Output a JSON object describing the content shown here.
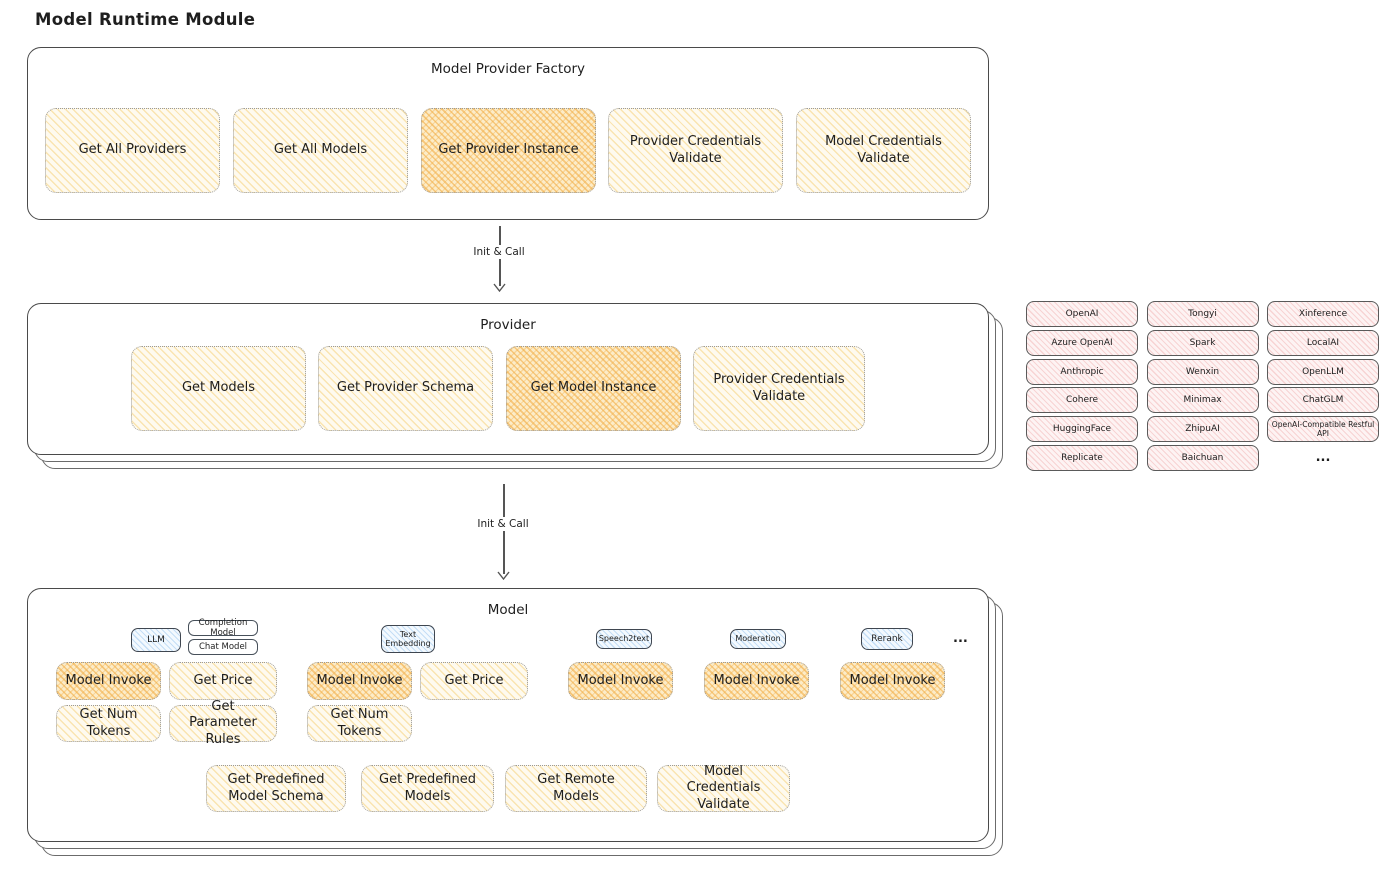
{
  "page_title": "Model Runtime Module",
  "arrow_label_1": "Init & Call",
  "arrow_label_2": "Init & Call",
  "factory": {
    "title": "Model Provider Factory",
    "buttons": [
      {
        "label": "Get All Providers",
        "highlighted": false
      },
      {
        "label": "Get All Models",
        "highlighted": false
      },
      {
        "label": "Get Provider Instance",
        "highlighted": true
      },
      {
        "label": "Provider Credentials Validate",
        "highlighted": false
      },
      {
        "label": "Model Credentials Validate",
        "highlighted": false
      }
    ]
  },
  "provider": {
    "title": "Provider",
    "buttons": [
      {
        "label": "Get Models",
        "highlighted": false
      },
      {
        "label": "Get Provider Schema",
        "highlighted": false
      },
      {
        "label": "Get Model Instance",
        "highlighted": true
      },
      {
        "label": "Provider Credentials Validate",
        "highlighted": false
      }
    ]
  },
  "provider_list": {
    "columns": [
      [
        "OpenAI",
        "Azure OpenAI",
        "Anthropic",
        "Cohere",
        "HuggingFace",
        "Replicate"
      ],
      [
        "Tongyi",
        "Spark",
        "Wenxin",
        "Minimax",
        "ZhipuAI",
        "Baichuan"
      ],
      [
        "Xinference",
        "LocalAI",
        "OpenLLM",
        "ChatGLM",
        "OpenAI-Compatible Restful API"
      ]
    ],
    "ellipsis": "..."
  },
  "model": {
    "title": "Model",
    "tags": {
      "llm": "LLM",
      "completion_model": "Completion Model",
      "chat_model": "Chat Model",
      "text_embedding": "Text Embedding",
      "speech2text": "Speech2text",
      "moderation": "Moderation",
      "rerank": "Rerank",
      "ellipsis": "..."
    },
    "row1": [
      {
        "label": "Model Invoke",
        "highlighted": true
      },
      {
        "label": "Get Price",
        "highlighted": false
      },
      {
        "label": "Model Invoke",
        "highlighted": true
      },
      {
        "label": "Get Price",
        "highlighted": false
      },
      {
        "label": "Model Invoke",
        "highlighted": true
      },
      {
        "label": "Model Invoke",
        "highlighted": true
      },
      {
        "label": "Model Invoke",
        "highlighted": true
      }
    ],
    "row2": [
      {
        "label": "Get Num Tokens"
      },
      {
        "label": "Get Parameter Rules"
      },
      {
        "label": "Get Num Tokens"
      }
    ],
    "bottom": [
      {
        "label": "Get Predefined Model Schema"
      },
      {
        "label": "Get Predefined Models"
      },
      {
        "label": "Get Remote Models"
      },
      {
        "label": "Model Credentials Validate"
      }
    ]
  },
  "colors": {
    "yellow_fill": "#fefaef",
    "yellow_hatch": "#f4cd71",
    "orange_fill": "#fcecc8",
    "orange_hatch": "#f2ae46",
    "blue_fill": "#f3f9fe",
    "blue_hatch": "#8cbeeb",
    "pink_fill": "#fdf3f3",
    "pink_hatch": "#eea0a0",
    "box_border": "#4a4a4a",
    "arrow": "#555555"
  }
}
